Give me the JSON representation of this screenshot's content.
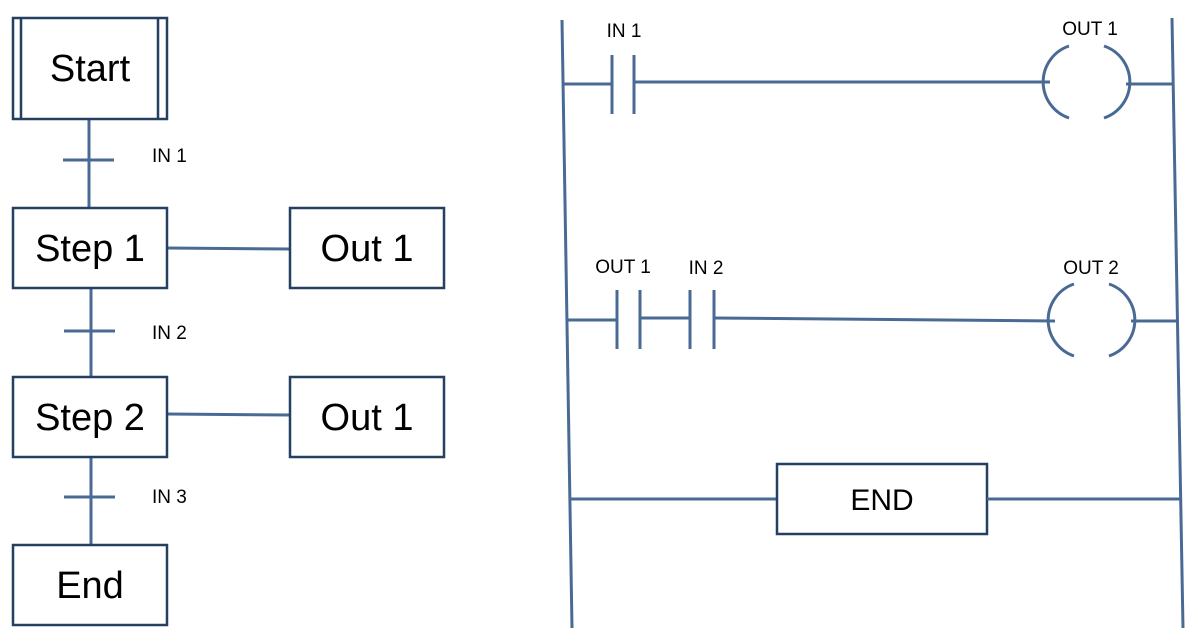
{
  "sfc": {
    "start": "Start",
    "step1": "Step 1",
    "step2": "Step 2",
    "end": "End",
    "out_a": "Out 1",
    "out_b": "Out 1",
    "t1": "IN 1",
    "t2": "IN 2",
    "t3": "IN 3"
  },
  "ladder": {
    "rung1_contact": "IN 1",
    "rung1_coil": "OUT 1",
    "rung2_contact_a": "OUT 1",
    "rung2_contact_b": "IN 2",
    "rung2_coil": "OUT 2",
    "end_block": "END"
  },
  "colors": {
    "line": "#4a6a96",
    "box_border": "#243f60"
  }
}
